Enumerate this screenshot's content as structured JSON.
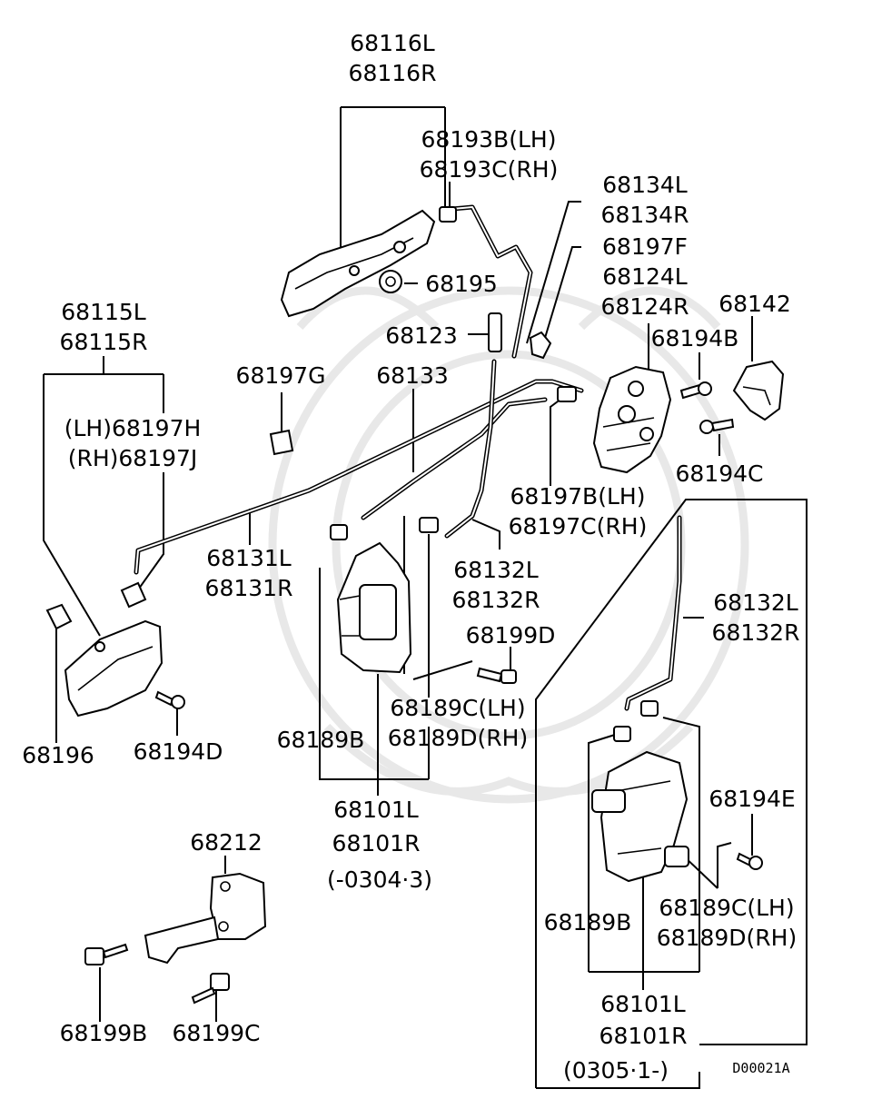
{
  "callouts": {
    "c_68116": [
      "68116L",
      "68116R"
    ],
    "c_68193": [
      "68193B(LH)",
      "68193C(RH)"
    ],
    "c_68134": [
      "68134L",
      "68134R"
    ],
    "c_68197F": [
      "68197F"
    ],
    "c_68124": [
      "68124L",
      "68124R"
    ],
    "c_68142": [
      "68142"
    ],
    "c_68195": [
      "68195"
    ],
    "c_68123": [
      "68123"
    ],
    "c_68194B": [
      "68194B"
    ],
    "c_68115": [
      "68115L",
      "68115R"
    ],
    "c_68197G": [
      "68197G"
    ],
    "c_68133": [
      "68133"
    ],
    "c_68197HJ": [
      "(LH)68197H",
      "(RH)68197J"
    ],
    "c_68194C": [
      "68194C"
    ],
    "c_68197BC": [
      "68197B(LH)",
      "68197C(RH)"
    ],
    "c_68131": [
      "68131L",
      "68131R"
    ],
    "c_68132_a": [
      "68132L",
      "68132R"
    ],
    "c_68132_b": [
      "68132L",
      "68132R"
    ],
    "c_68199D": [
      "68199D"
    ],
    "c_68189CD_a": [
      "68189C(LH)",
      "68189D(RH)"
    ],
    "c_68196": [
      "68196"
    ],
    "c_68194D": [
      "68194D"
    ],
    "c_68189B_a": [
      "68189B"
    ],
    "c_68101_a": [
      "68101L",
      "68101R",
      "(-0304·3)"
    ],
    "c_68194E": [
      "68194E"
    ],
    "c_68212": [
      "68212"
    ],
    "c_68189B_b": [
      "68189B"
    ],
    "c_68189CD_b": [
      "68189C(LH)",
      "68189D(RH)"
    ],
    "c_68199B": [
      "68199B"
    ],
    "c_68199C": [
      "68199C"
    ],
    "c_68101_b": [
      "68101L",
      "68101R",
      "(0305·1-)"
    ]
  },
  "diagram_code": "D00021A"
}
